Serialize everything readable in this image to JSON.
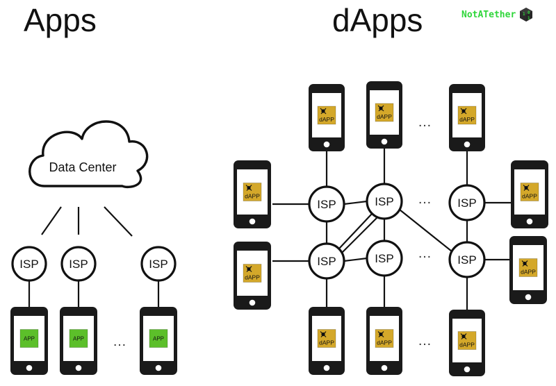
{
  "header": {
    "left_title": "Apps",
    "right_title": "dApps",
    "brand": "NotATether"
  },
  "apps_diagram": {
    "cloud_label": "Data Center",
    "isp_label": "ISP",
    "app_label": "APP",
    "ellipsis": "…",
    "app_color": "#5cbf2a"
  },
  "dapps_diagram": {
    "isp_label": "ISP",
    "app_label": "dAPP",
    "ellipsis": "…",
    "app_color": "#d4a82a"
  },
  "colors": {
    "stroke": "#111111",
    "phone_body": "#1a1a1a",
    "screen": "#ffffff",
    "brand": "#2fd63a"
  }
}
